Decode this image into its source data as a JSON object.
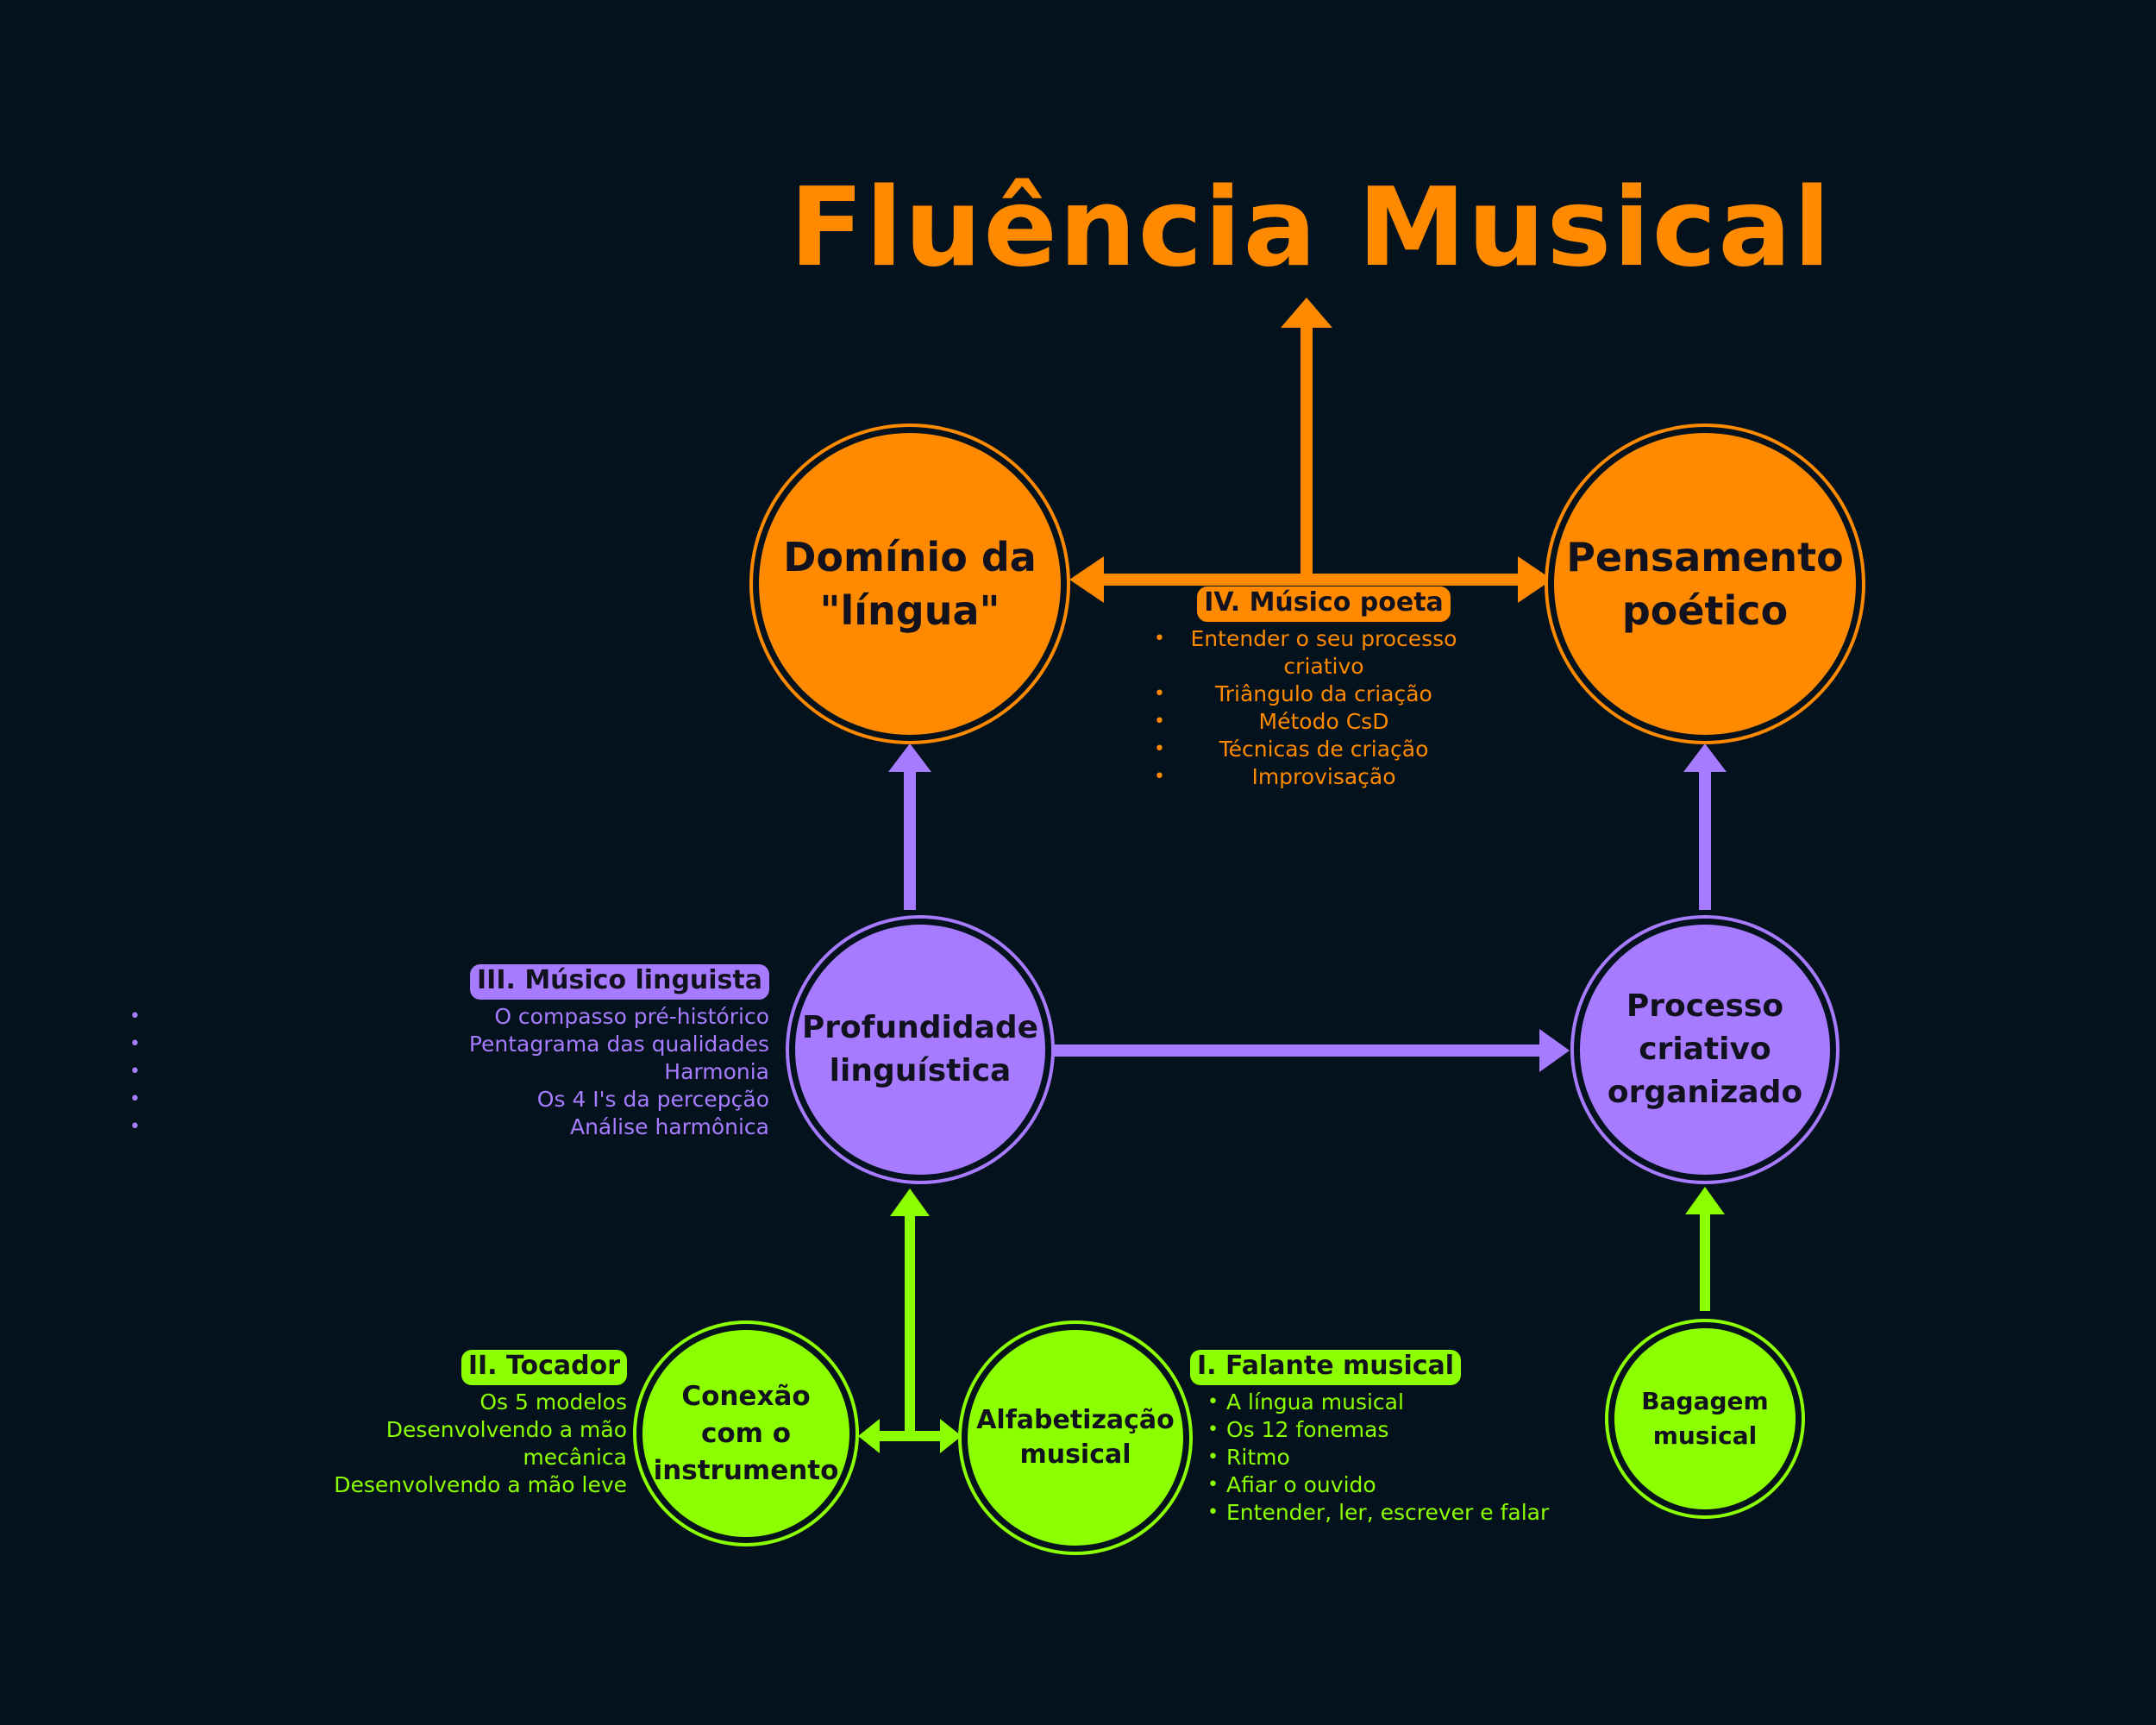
{
  "title": "Fluência Musical",
  "colors": {
    "background": "#03121c",
    "orange": "#ff8a00",
    "purple": "#a77bff",
    "green": "#8cff00"
  },
  "nodes": {
    "dominio": "Domínio da\n\"língua\"",
    "pensamento": "Pensamento\npoético",
    "profundidade": "Profundidade\nlinguística",
    "processo": "Processo\ncriativo\norganizado",
    "conexao": "Conexão\ncom o\ninstrumento",
    "alfabetizacao": "Alfabetização\nmusical",
    "bagagem": "Bagagem\nmusical"
  },
  "sections": {
    "iv": {
      "heading": "IV. Músico poeta",
      "items": [
        "Entender o seu processo",
        "criativo",
        "Triângulo da criação",
        "Método CsD",
        "Técnicas de criação",
        "Improvisação"
      ]
    },
    "iii": {
      "heading": "III. Músico linguista",
      "items": [
        "O compasso pré-histórico",
        "Pentagrama das qualidades",
        "Harmonia",
        "Os 4 I's da percepção",
        "Análise harmônica"
      ]
    },
    "ii": {
      "heading": "II. Tocador",
      "items": [
        "Os 5 modelos",
        "Desenvolvendo a mão",
        "mecânica",
        "Desenvolvendo a mão leve"
      ]
    },
    "i": {
      "heading": "I. Falante musical",
      "items": [
        "A língua musical",
        "Os 12 fonemas",
        "Ritmo",
        "Afiar o ouvido",
        "Entender, ler, escrever e falar"
      ]
    }
  }
}
